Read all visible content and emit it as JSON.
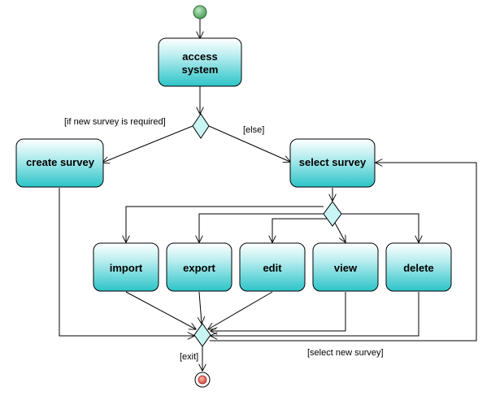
{
  "actions": {
    "access": "access system",
    "create": "create survey",
    "select": "select survey",
    "import": "import",
    "export": "export",
    "edit": "edit",
    "view": "view",
    "delete": "delete"
  },
  "guards": {
    "new_survey": "[if new survey is required]",
    "else": "[else]",
    "exit": "[exit]",
    "select_new": "[select new survey]"
  },
  "colors": {
    "action_top": "#ffffff",
    "action_bottom": "#2cc4c8",
    "decision_fill": "#c8f4f4",
    "start_fill": "#3f9a4e",
    "end_fill": "#d9433a"
  }
}
